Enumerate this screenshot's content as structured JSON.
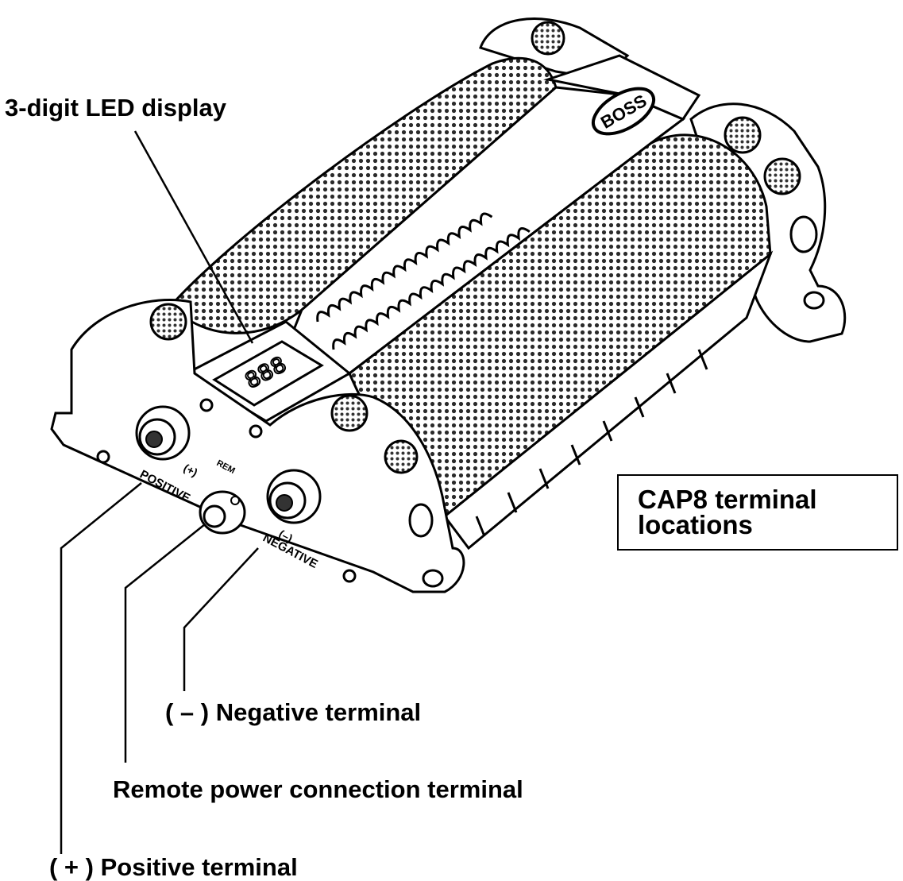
{
  "labels": {
    "led_display": "3-digit LED display",
    "negative_terminal": "( – ) Negative terminal",
    "remote_terminal": "Remote power connection terminal",
    "positive_terminal": "( + ) Positive terminal"
  },
  "title_box": {
    "text": "CAP8 terminal locations"
  },
  "device": {
    "brand_badge": "BOSS",
    "led_digits": "888",
    "positive_marking": "(+)",
    "positive_word": "POSITIVE",
    "negative_marking": "(–)",
    "negative_word": "NEGATIVE",
    "remote_marking": "REM"
  }
}
